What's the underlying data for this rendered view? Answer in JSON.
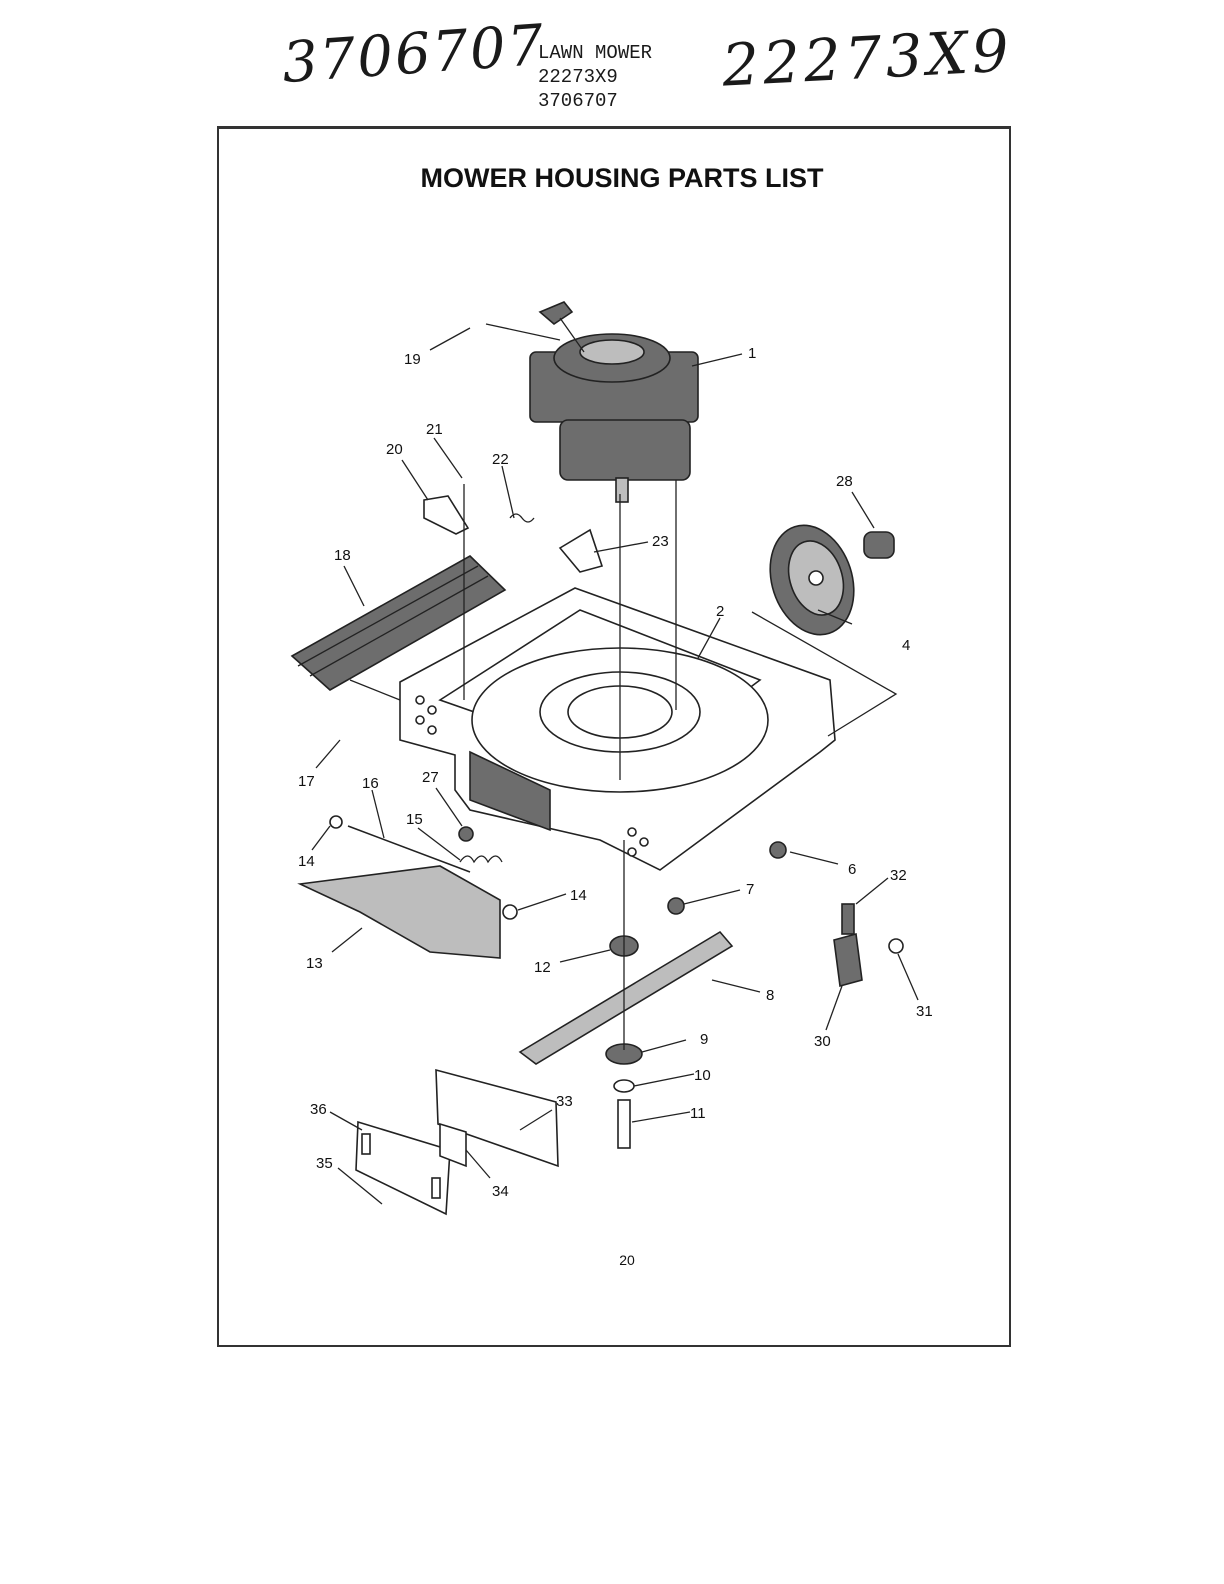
{
  "handwritten": {
    "left_code": "3706707",
    "right_code": "22273X9"
  },
  "typed_header": {
    "line1": "LAWN MOWER",
    "line2": "22273X9",
    "line3": "3706707"
  },
  "title": "MOWER HOUSING PARTS LIST",
  "page_number": "20",
  "callouts": [
    {
      "id": "c1",
      "label": "1"
    },
    {
      "id": "c2",
      "label": "2"
    },
    {
      "id": "c4",
      "label": "4"
    },
    {
      "id": "c6",
      "label": "6"
    },
    {
      "id": "c7",
      "label": "7"
    },
    {
      "id": "c8",
      "label": "8"
    },
    {
      "id": "c9",
      "label": "9"
    },
    {
      "id": "c10",
      "label": "10"
    },
    {
      "id": "c11",
      "label": "11"
    },
    {
      "id": "c12",
      "label": "12"
    },
    {
      "id": "c13",
      "label": "13"
    },
    {
      "id": "c14a",
      "label": "14"
    },
    {
      "id": "c14b",
      "label": "14"
    },
    {
      "id": "c15",
      "label": "15"
    },
    {
      "id": "c16",
      "label": "16"
    },
    {
      "id": "c17",
      "label": "17"
    },
    {
      "id": "c18",
      "label": "18"
    },
    {
      "id": "c19",
      "label": "19"
    },
    {
      "id": "c20",
      "label": "20"
    },
    {
      "id": "c21",
      "label": "21"
    },
    {
      "id": "c22",
      "label": "22"
    },
    {
      "id": "c23",
      "label": "23"
    },
    {
      "id": "c27",
      "label": "27"
    },
    {
      "id": "c28",
      "label": "28"
    },
    {
      "id": "c30",
      "label": "30"
    },
    {
      "id": "c31",
      "label": "31"
    },
    {
      "id": "c32",
      "label": "32"
    },
    {
      "id": "c33",
      "label": "33"
    },
    {
      "id": "c34",
      "label": "34"
    },
    {
      "id": "c35",
      "label": "35"
    },
    {
      "id": "c36",
      "label": "36"
    }
  ]
}
